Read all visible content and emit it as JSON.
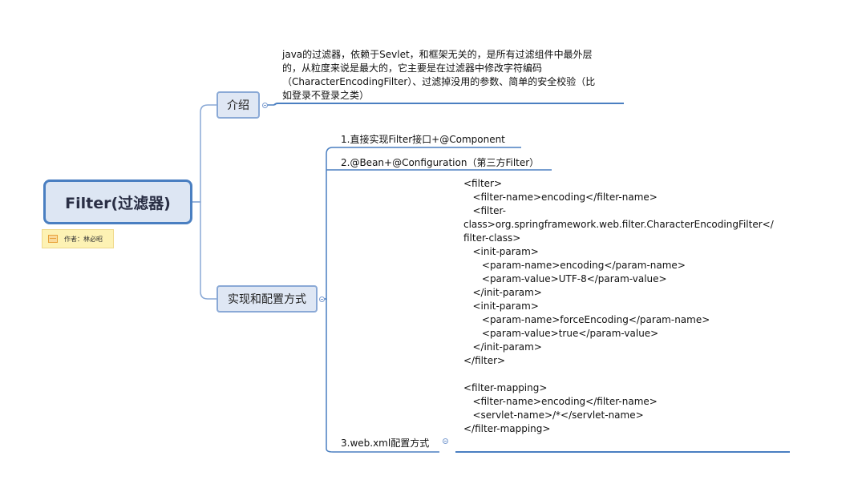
{
  "root": {
    "title": "Filter(过滤器)"
  },
  "author_note": {
    "label": "作者：林必昭",
    "icon": "note-icon"
  },
  "branches": {
    "intro": {
      "label": "介绍",
      "description": [
        "java的过滤器，依赖于Sevlet，和框架无关的，是所有过滤组件中最外层",
        "的，从粒度来说是最大的，它主要是在过滤器中修改字符编码",
        "（CharacterEncodingFilter）、过滤掉没用的参数、简单的安全校验（比",
        "如登录不登录之类）"
      ]
    },
    "impl": {
      "label": "实现和配置方式",
      "items": [
        "1.直接实现Filter接口+@Component",
        "2.@Bean+@Configuration（第三方Filter）",
        "3.web.xml配置方式"
      ],
      "code": [
        "<filter>",
        "   <filter-name>encoding</filter-name>",
        "   <filter-",
        "class>org.springframework.web.filter.CharacterEncodingFilter</",
        "filter-class>",
        "   <init-param>",
        "      <param-name>encoding</param-name>",
        "      <param-value>UTF-8</param-value>",
        "   </init-param>",
        "   <init-param>",
        "      <param-name>forceEncoding</param-name>",
        "      <param-value>true</param-value>",
        "   </init-param>",
        "</filter>",
        "",
        "<filter-mapping>",
        "   <filter-name>encoding</filter-name>",
        "   <servlet-name>/*</servlet-name>",
        "</filter-mapping>"
      ]
    }
  },
  "colors": {
    "line": "#4a7fc1",
    "topic_fill": "#dfe7f4",
    "root_fill": "#dde6f3"
  }
}
